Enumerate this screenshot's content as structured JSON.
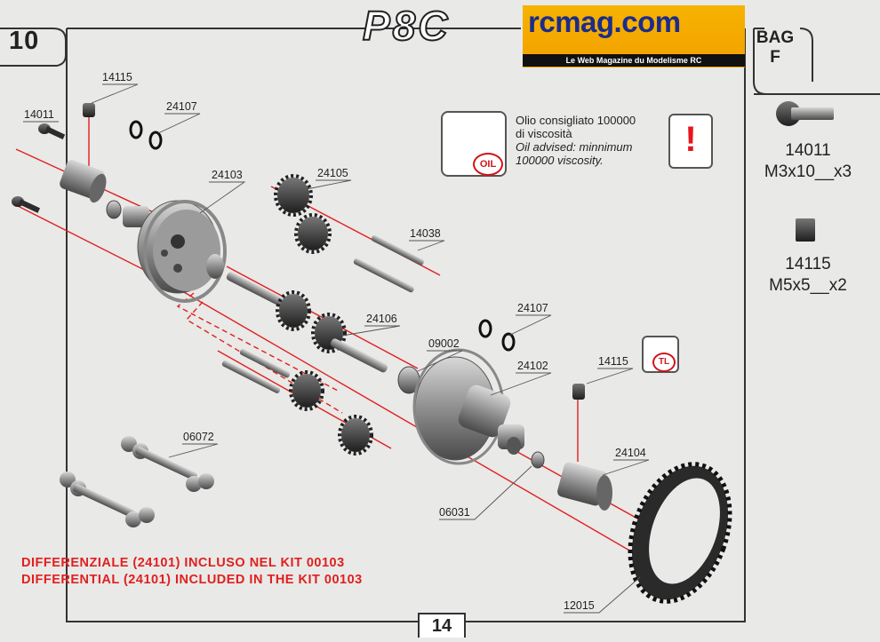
{
  "header": {
    "step_number": "10",
    "brand_logo": "P8C",
    "site_logo": "rcmag.com",
    "site_tagline": "Le Web Magazine du Modelisme RC"
  },
  "bag": {
    "title_line1": "BAG",
    "title_line2": "F",
    "parts": [
      {
        "code": "14011",
        "spec": "M3x10__x3",
        "icon": "screw-icon"
      },
      {
        "code": "14115",
        "spec": "M5x5__x2",
        "icon": "grub-screw-icon"
      }
    ]
  },
  "note": {
    "it_line1": "Olio consigliato 100000",
    "it_line2": "di viscosità",
    "en_line1": "Oil advised: minnimum",
    "en_line2": "100000 viscosity.",
    "oil_badge": "OIL",
    "tl_badge": "TL",
    "warning_mark": "!"
  },
  "part_labels": {
    "p14115a": "14115",
    "p24107a": "24107",
    "p14011": "14011",
    "p24103": "24103",
    "p24105": "24105",
    "p14038": "14038",
    "p24106": "24106",
    "p24107b": "24107",
    "p09002": "09002",
    "p24102": "24102",
    "p14115b": "14115",
    "p06072": "06072",
    "p24104": "24104",
    "p06031": "06031",
    "p12015": "12015"
  },
  "footer": {
    "note_it": "DIFFERENZIALE (24101) INCLUSO NEL KIT 00103",
    "note_en": "DIFFERENTIAL (24101) INCLUDED IN THE KIT 00103",
    "page_number": "14"
  },
  "colors": {
    "accent_red": "#e02020",
    "rcmag_orange": "#f3a000",
    "rcmag_blue": "#1a2c8c",
    "metal": "#8a8a8a"
  }
}
